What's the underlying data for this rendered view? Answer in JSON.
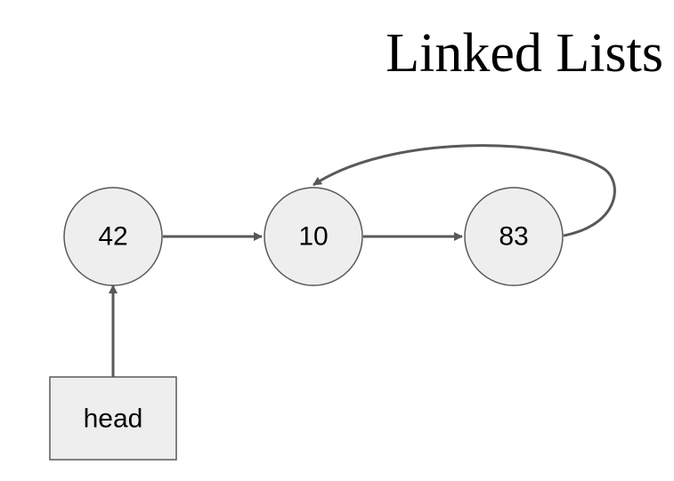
{
  "title": "Linked Lists",
  "colors": {
    "node_fill": "#eeeeee",
    "node_stroke": "#595959",
    "edge": "#595959",
    "text": "#000000"
  },
  "nodes": [
    {
      "id": "n42",
      "label": "42"
    },
    {
      "id": "n10",
      "label": "10"
    },
    {
      "id": "n83",
      "label": "83"
    }
  ],
  "head": {
    "label": "head"
  },
  "edges": [
    {
      "from": "n42",
      "to": "n10"
    },
    {
      "from": "n10",
      "to": "n83"
    },
    {
      "from": "n83",
      "to": "n10"
    },
    {
      "from": "head",
      "to": "n42"
    }
  ]
}
